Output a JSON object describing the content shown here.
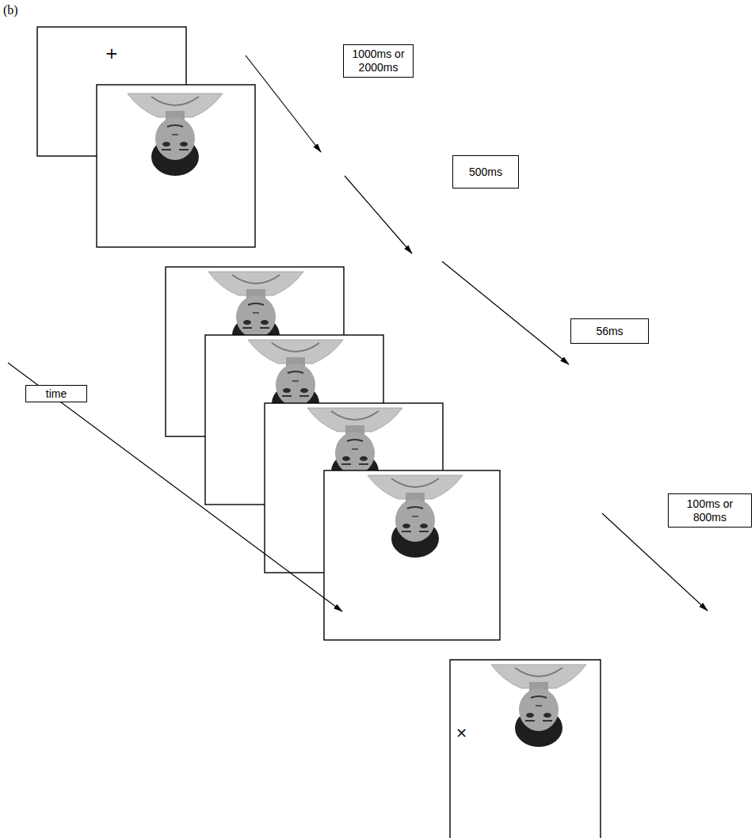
{
  "diagram": {
    "nodes": [
      {
        "text": [
          "+"
        ]
      },
      {
        "text": [
          "1000ms or 2000ms"
        ]
      },
      {
        "text": [
          "500ms"
        ]
      },
      {
        "text": [
          "56ms"
        ]
      },
      {
        "text": [
          "100ms or 800ms"
        ]
      },
      {
        "text": [
          "time"
        ]
      },
      {
        "text": [
          "×"
        ]
      }
    ],
    "labels": [
      "(b)"
    ]
  }
}
